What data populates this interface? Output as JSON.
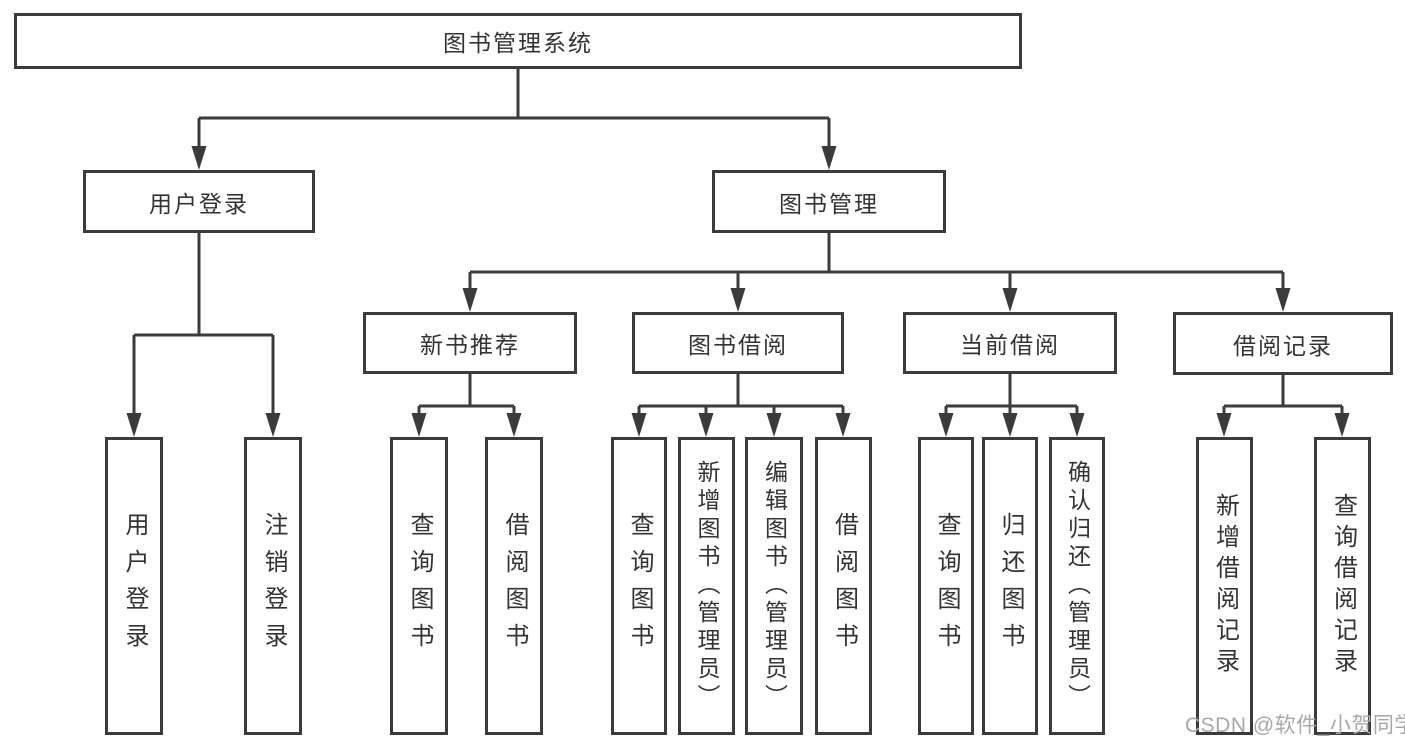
{
  "diagram": {
    "root": {
      "label": "图书管理系统"
    },
    "level2": [
      {
        "label": "用户登录"
      },
      {
        "label": "图书管理"
      }
    ],
    "level3": [
      {
        "label": "新书推荐",
        "parent": "图书管理"
      },
      {
        "label": "图书借阅",
        "parent": "图书管理"
      },
      {
        "label": "当前借阅",
        "parent": "图书管理"
      },
      {
        "label": "借阅记录",
        "parent": "图书管理"
      }
    ],
    "leaves": [
      {
        "label": "用户登录",
        "parent": "用户登录"
      },
      {
        "label": "注销登录",
        "parent": "用户登录"
      },
      {
        "label": "查询图书",
        "parent": "新书推荐"
      },
      {
        "label": "借阅图书",
        "parent": "新书推荐"
      },
      {
        "label": "查询图书",
        "parent": "图书借阅"
      },
      {
        "label": "新增图书（管理员）",
        "parent": "图书借阅"
      },
      {
        "label": "编辑图书（管理员）",
        "parent": "图书借阅"
      },
      {
        "label": "借阅图书",
        "parent": "图书借阅"
      },
      {
        "label": "查询图书",
        "parent": "当前借阅"
      },
      {
        "label": "归还图书",
        "parent": "当前借阅"
      },
      {
        "label": "确认归还（管理员）",
        "parent": "当前借阅"
      },
      {
        "label": "新增借阅记录",
        "parent": "借阅记录"
      },
      {
        "label": "查询借阅记录",
        "parent": "借阅记录"
      }
    ]
  },
  "watermark": {
    "text": "CSDN @软件_小贺同学"
  },
  "colors": {
    "line": "#3b3b3b",
    "box_border": "#3b3b3b",
    "box_fill": "#ffffff",
    "text": "#333333",
    "watermark": "#a8a8a8"
  }
}
